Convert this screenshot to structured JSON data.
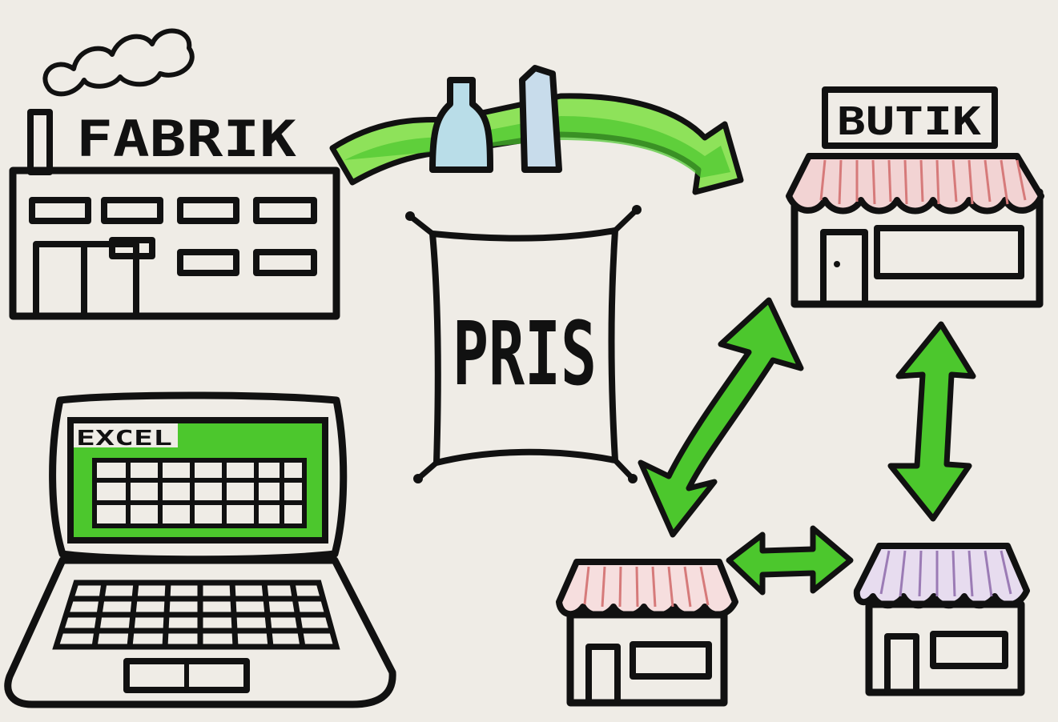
{
  "nodes": {
    "factory": {
      "label": "FABRIK"
    },
    "price": {
      "label": "PRIS"
    },
    "boutique": {
      "label": "BUTIK"
    },
    "laptop": {
      "screen_label": "EXCEL"
    }
  },
  "colors": {
    "paper": "#efece6",
    "ink": "#111111",
    "arrow_green": "#4cc72d",
    "arrow_green_light": "#8ee25a",
    "awning_red": "#e7a4a4",
    "awning_purple": "#c9b5d8",
    "bottle_blue": "#b9dde8"
  }
}
